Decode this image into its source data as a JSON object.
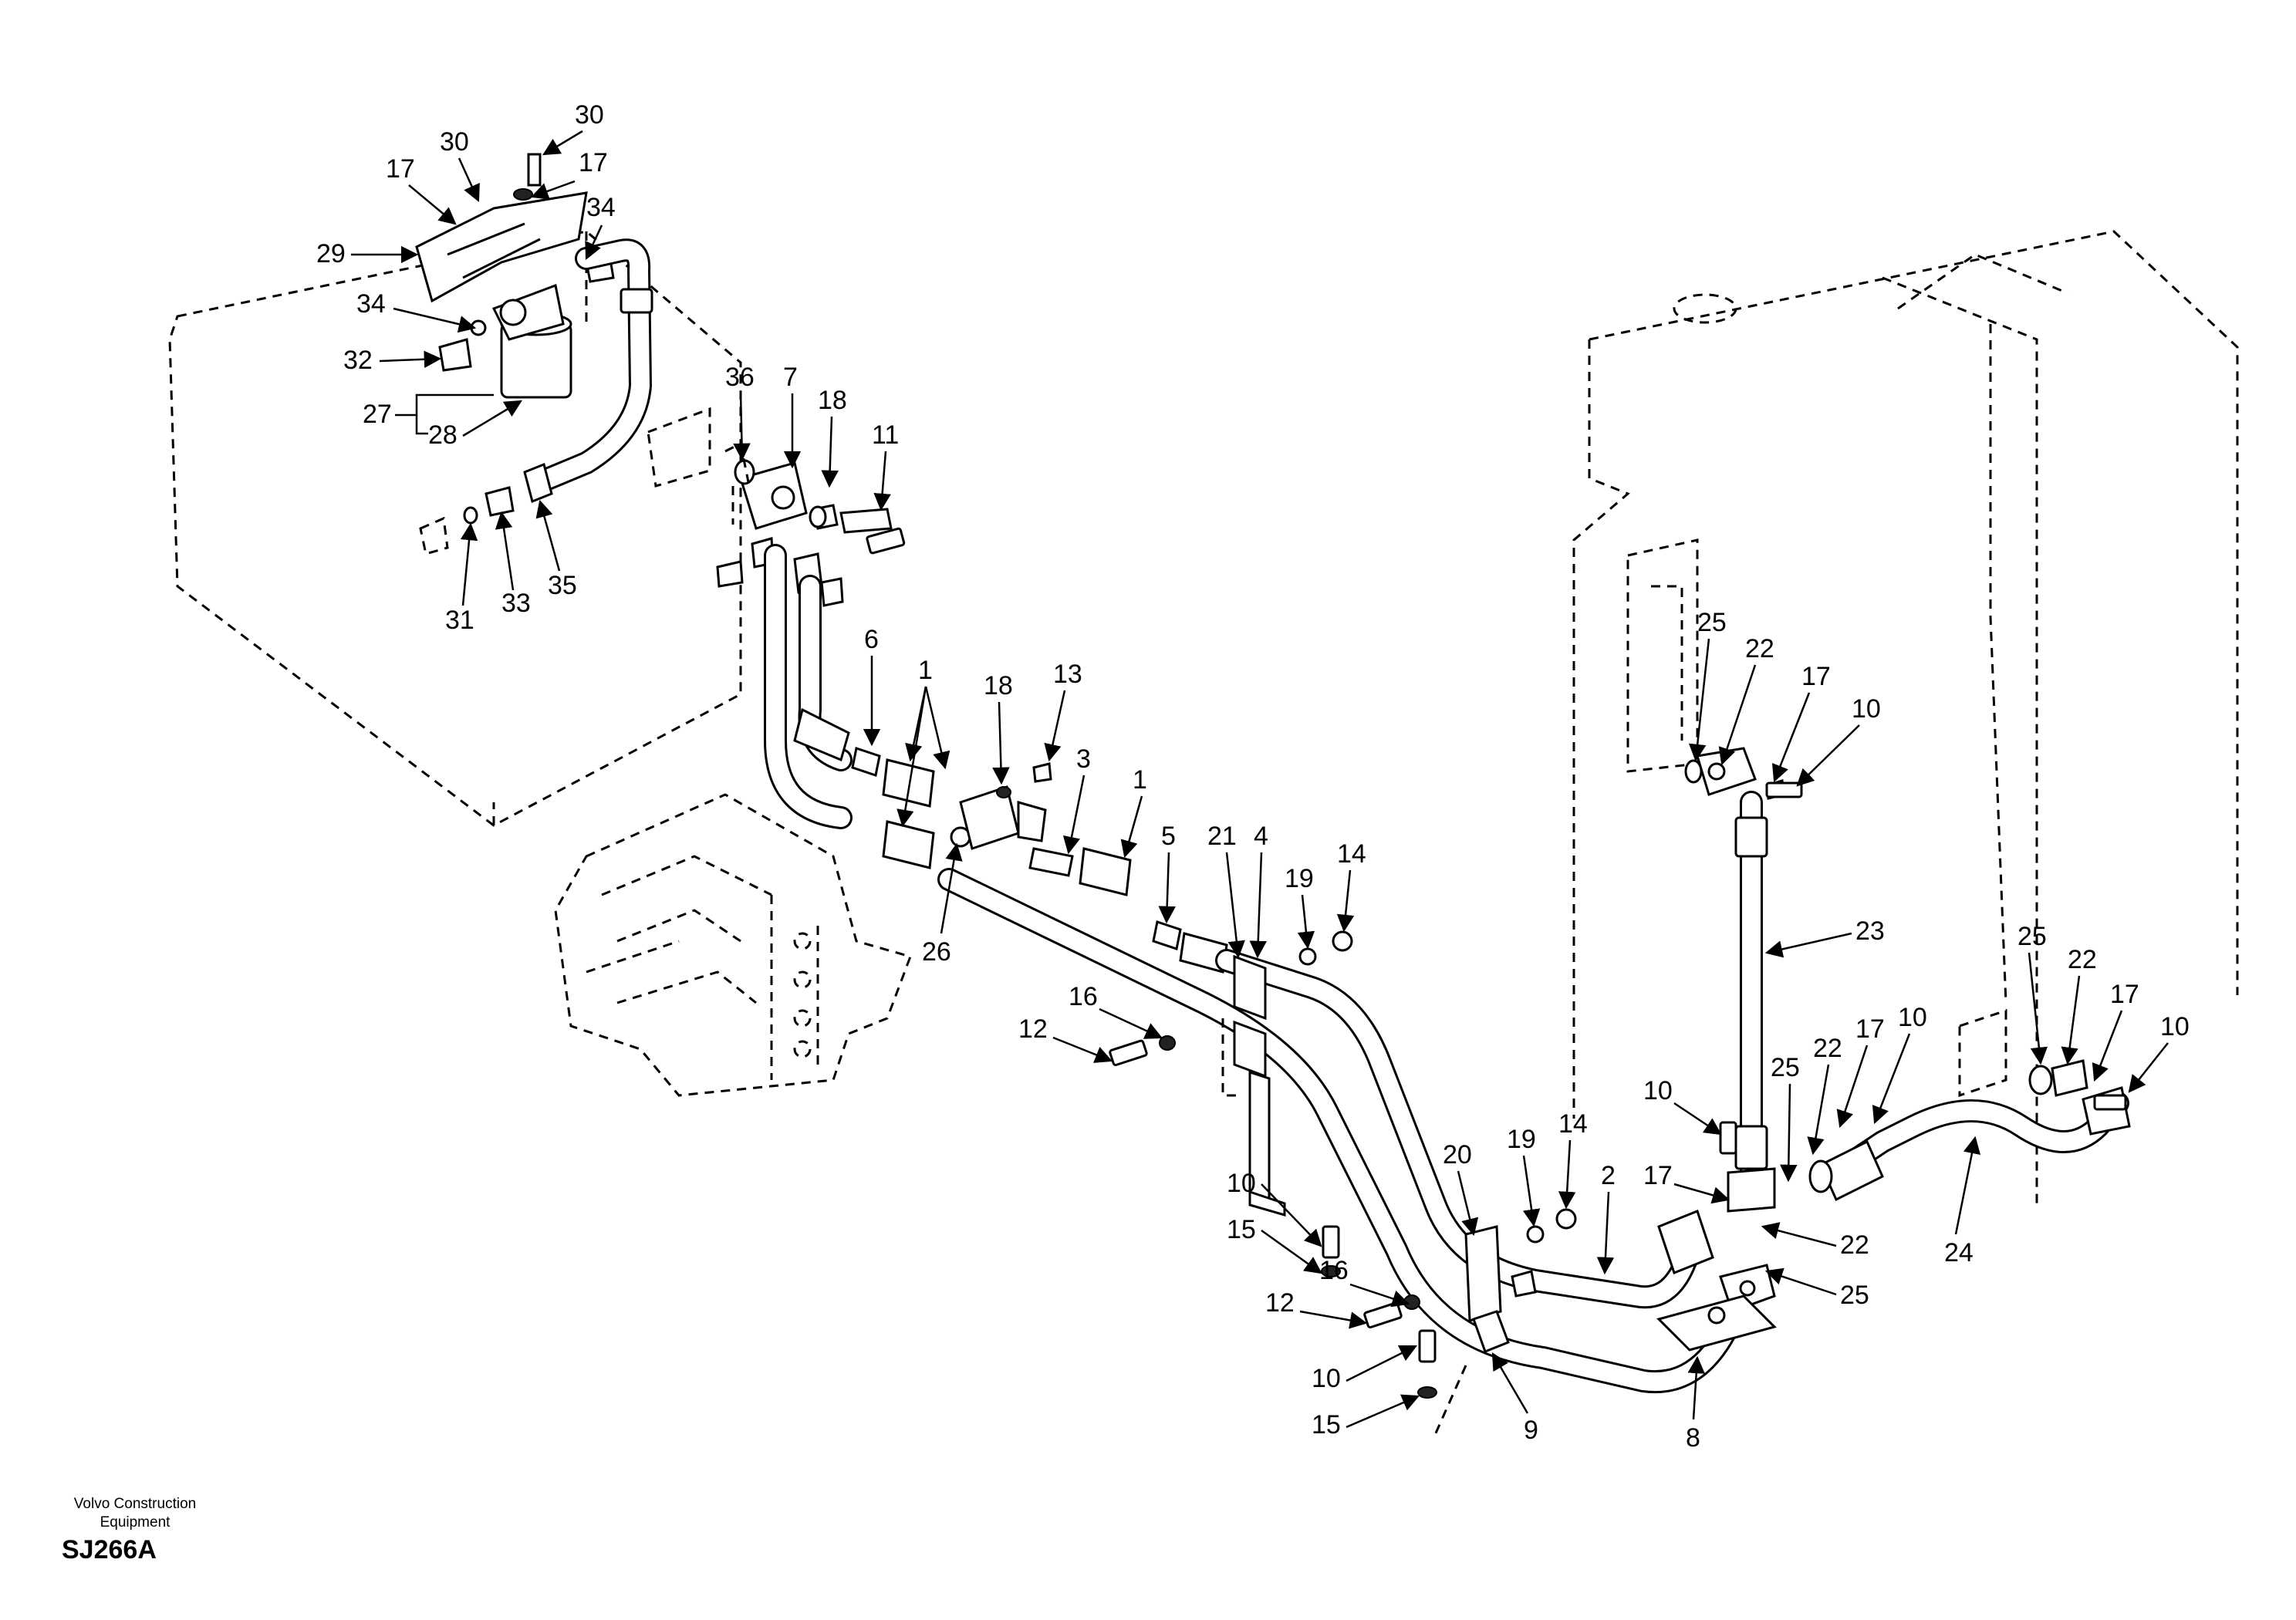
{
  "footer": {
    "company_line1": "Volvo Construction",
    "company_line2": "Equipment",
    "figure_code": "SJ266A"
  },
  "callouts": {
    "n1": "1",
    "n2": "2",
    "n3": "3",
    "n4": "4",
    "n5": "5",
    "n6": "6",
    "n7": "7",
    "n8": "8",
    "n9": "9",
    "n10": "10",
    "n11": "11",
    "n12": "12",
    "n13": "13",
    "n14": "14",
    "n15": "15",
    "n16": "16",
    "n17": "17",
    "n18": "18",
    "n19": "19",
    "n20": "20",
    "n21": "21",
    "n22": "22",
    "n23": "23",
    "n24": "24",
    "n25": "25",
    "n26": "26",
    "n27": "27",
    "n28": "28",
    "n29": "29",
    "n30": "30",
    "n31": "31",
    "n32": "32",
    "n33": "33",
    "n34": "34",
    "n35": "35",
    "n36": "36"
  }
}
